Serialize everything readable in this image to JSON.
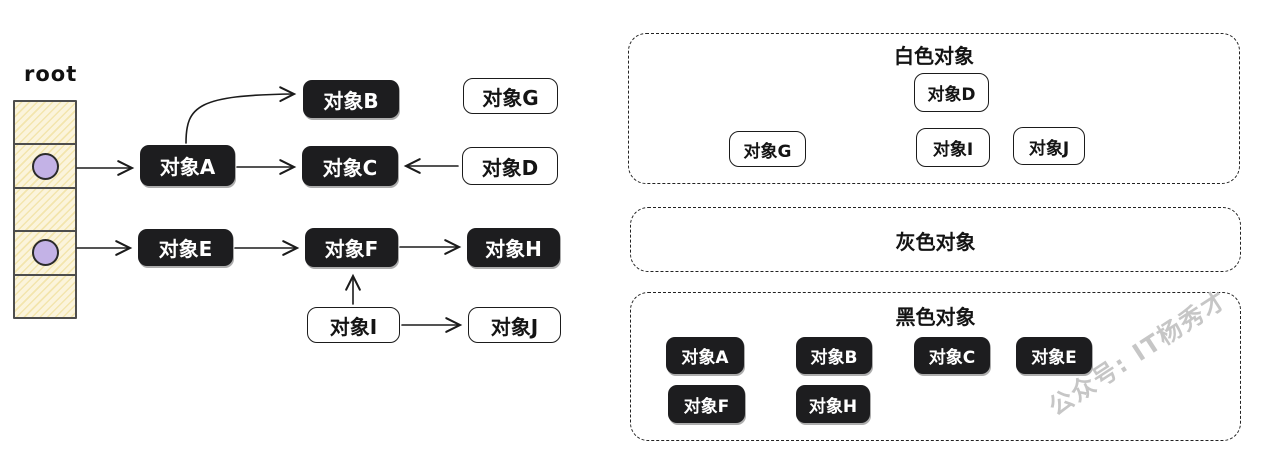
{
  "left": {
    "root_label": "root",
    "stack": {
      "cell_count": 5,
      "pointer_cells": [
        2,
        4
      ]
    },
    "nodes": {
      "A": {
        "label": "对象A",
        "fill": "black"
      },
      "B": {
        "label": "对象B",
        "fill": "black"
      },
      "C": {
        "label": "对象C",
        "fill": "black"
      },
      "D": {
        "label": "对象D",
        "fill": "white"
      },
      "E": {
        "label": "对象E",
        "fill": "black"
      },
      "F": {
        "label": "对象F",
        "fill": "black"
      },
      "G": {
        "label": "对象G",
        "fill": "white"
      },
      "H": {
        "label": "对象H",
        "fill": "black"
      },
      "I": {
        "label": "对象I",
        "fill": "white"
      },
      "J": {
        "label": "对象J",
        "fill": "white"
      }
    },
    "edges": [
      [
        "root-cell-2",
        "A"
      ],
      [
        "root-cell-4",
        "E"
      ],
      [
        "A",
        "B"
      ],
      [
        "A",
        "C"
      ],
      [
        "D",
        "C"
      ],
      [
        "E",
        "F"
      ],
      [
        "F",
        "H"
      ],
      [
        "I",
        "F"
      ],
      [
        "I",
        "J"
      ]
    ]
  },
  "groups": {
    "white": {
      "title": "白色对象",
      "items": [
        "对象G",
        "对象D",
        "对象I",
        "对象J"
      ]
    },
    "gray": {
      "title": "灰色对象",
      "items": []
    },
    "black": {
      "title": "黑色对象",
      "items": [
        "对象A",
        "对象B",
        "对象C",
        "对象E",
        "对象F",
        "对象H"
      ]
    }
  },
  "watermark": "公众号: IT杨秀才",
  "colors": {
    "node_black": "#1d1d1f",
    "node_white": "#ffffff",
    "stack_fill": "#fbf4dc",
    "stack_hatch": "#f3e5ad",
    "pointer_dot": "#c3b2e6",
    "stroke": "#1b1b1b",
    "watermark": "#c6c6c6"
  }
}
